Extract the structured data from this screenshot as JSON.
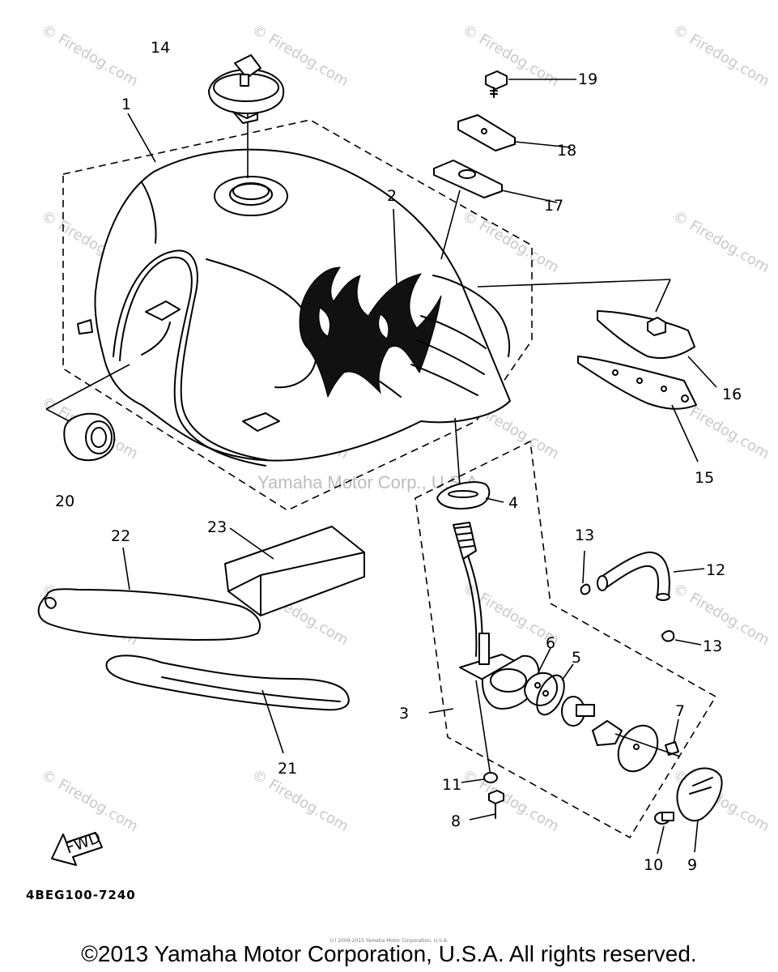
{
  "callouts": [
    "1",
    "2",
    "3",
    "4",
    "5",
    "6",
    "7",
    "8",
    "9",
    "10",
    "11",
    "12",
    "13",
    "13",
    "14",
    "15",
    "16",
    "17",
    "18",
    "19",
    "20",
    "21",
    "22",
    "23"
  ],
  "watermark_firedog": "© Firedog.com",
  "watermark_center": "Yamaha Motor Corp., U.S.A.",
  "fwd_label": "FWD",
  "drawing_code": "4BEG100-7240",
  "small_credit": "(c) 2009-2015 Yamaha Motor Corporation, U.S.A.",
  "copyright": "©2013 Yamaha Motor Corporation, U.S.A. All rights reserved."
}
